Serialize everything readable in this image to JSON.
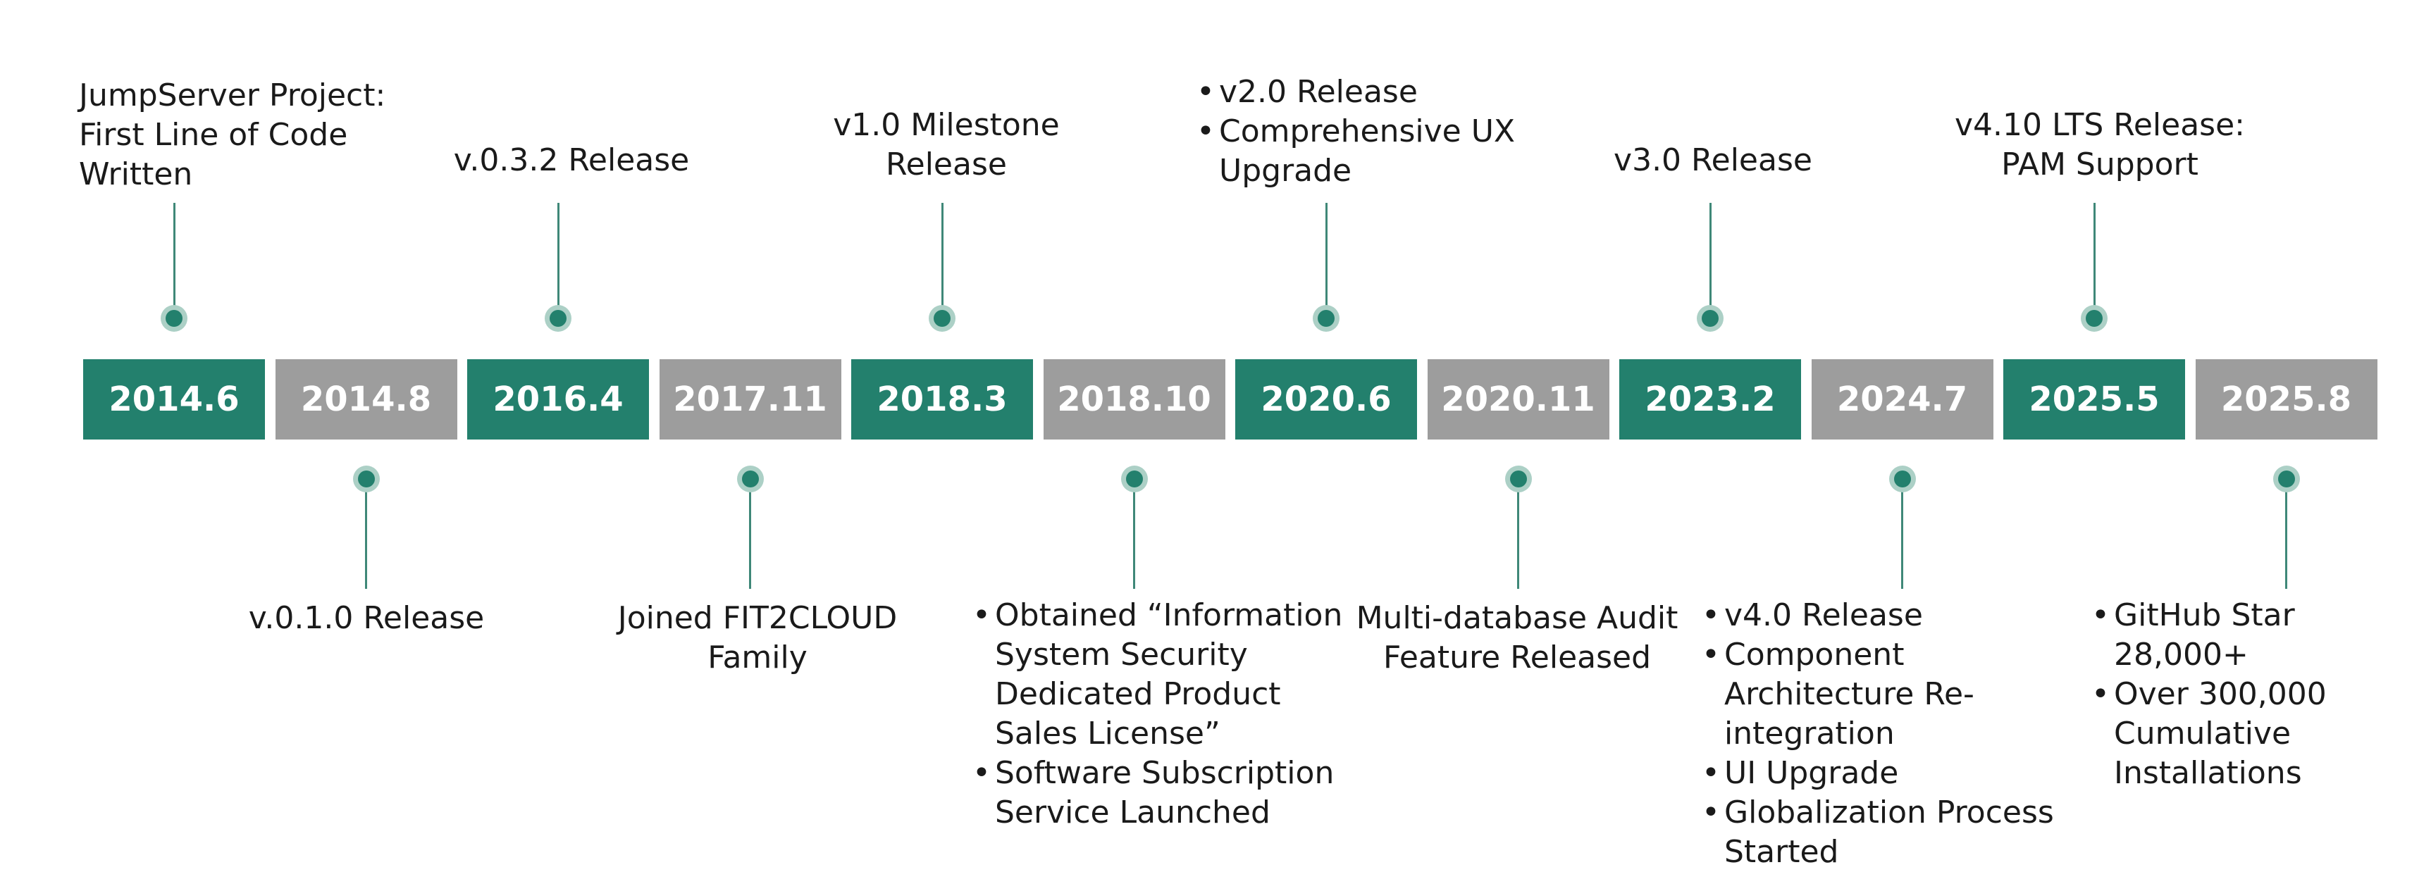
{
  "colors": {
    "teal": "#23806d",
    "gray": "#9d9d9d",
    "dot_halo": "#acd0c6"
  },
  "milestones": [
    {
      "date": "2014.6",
      "box_color": "teal",
      "side": "top",
      "lines": [
        "JumpServer Project:",
        "First Line of Code",
        "Written"
      ]
    },
    {
      "date": "2014.8",
      "box_color": "gray",
      "side": "bottom",
      "lines": [
        "v.0.1.0 Release"
      ]
    },
    {
      "date": "2016.4",
      "box_color": "teal",
      "side": "top",
      "lines": [
        "v.0.3.2 Release"
      ]
    },
    {
      "date": "2017.11",
      "box_color": "gray",
      "side": "bottom",
      "lines": [
        "Joined FIT2CLOUD",
        "Family"
      ]
    },
    {
      "date": "2018.3",
      "box_color": "teal",
      "side": "top",
      "lines": [
        "v1.0 Milestone",
        "Release"
      ]
    },
    {
      "date": "2018.10",
      "box_color": "gray",
      "side": "bottom",
      "bullets": [
        "Obtained “Information System Security Dedicated Product Sales License”",
        "Software Subscription Service Launched"
      ]
    },
    {
      "date": "2020.6",
      "box_color": "teal",
      "side": "top",
      "bullets": [
        "v2.0 Release",
        "Comprehensive UX Upgrade"
      ]
    },
    {
      "date": "2020.11",
      "box_color": "gray",
      "side": "bottom",
      "lines": [
        "Multi-database Audit",
        "Feature Released"
      ]
    },
    {
      "date": "2023.2",
      "box_color": "teal",
      "side": "top",
      "lines": [
        "v3.0 Release"
      ]
    },
    {
      "date": "2024.7",
      "box_color": "gray",
      "side": "bottom",
      "bullets": [
        "v4.0 Release",
        "Component Architecture Re-integration",
        "UI Upgrade",
        "Globalization Process Started"
      ]
    },
    {
      "date": "2025.5",
      "box_color": "teal",
      "side": "top",
      "lines": [
        "v4.10 LTS Release:",
        "PAM Support"
      ]
    },
    {
      "date": "2025.8",
      "box_color": "gray",
      "side": "bottom",
      "bullets": [
        "GitHub Star 28,000+",
        "Over 300,000 Cumulative Installations"
      ]
    }
  ]
}
